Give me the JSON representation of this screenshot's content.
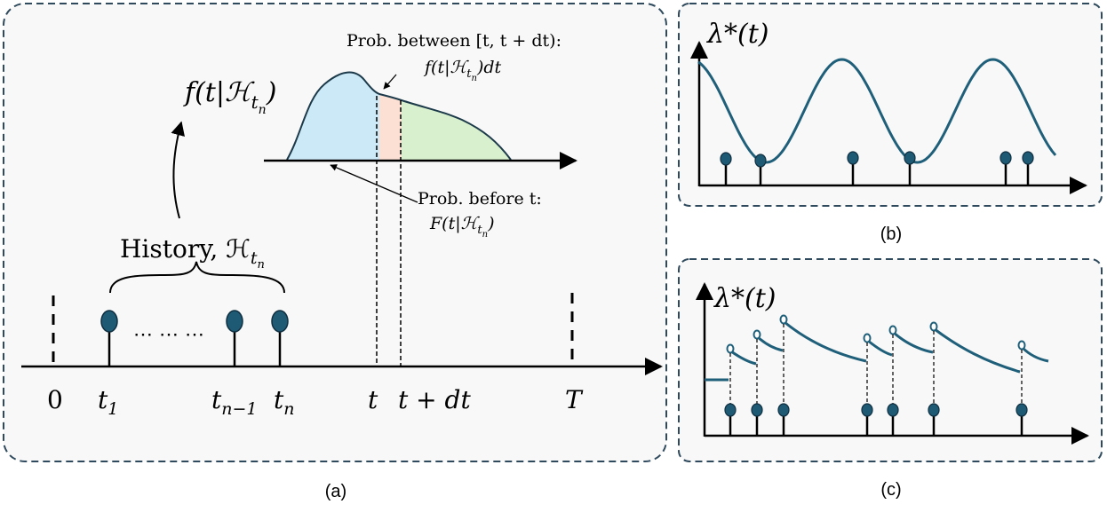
{
  "colors": {
    "panel_border": "#2f4a5c",
    "panel_fill": "#f8f8f8",
    "curve": "#1f5f79",
    "marker": "#1f5a75",
    "blue_area": "#cce9f8",
    "orange_area": "#fbe0d3",
    "green_area": "#d8f0cd"
  },
  "panel_a": {
    "caption": "(a)",
    "density_label": "f(t|ℋ",
    "density_label_sub": "t",
    "density_label_subsub": "n",
    "density_label_close": ")",
    "prob_between_title": "Prob.  between [t, t + dt):",
    "prob_between_expr": "f(t|ℋ",
    "prob_between_expr_end": ")dt",
    "prob_before_title": "Prob.  before t:",
    "prob_before_expr": "F(t|ℋ",
    "prob_before_expr_end": ")",
    "history_label": "History, ℋ",
    "ellipsis": "⋯ ⋯ ⋯",
    "tick_0": "0",
    "tick_t1": "t",
    "tick_t1_sub": "1",
    "tick_tn1": "t",
    "tick_tn1_sub": "n−1",
    "tick_tn": "t",
    "tick_tn_sub": "n",
    "tick_t": "t",
    "tick_tdt": "t + dt",
    "tick_T": "T"
  },
  "panel_b": {
    "caption": "(b)",
    "intensity_label": "λ*(t)"
  },
  "panel_c": {
    "caption": "(c)",
    "intensity_label": "λ*(t)"
  }
}
